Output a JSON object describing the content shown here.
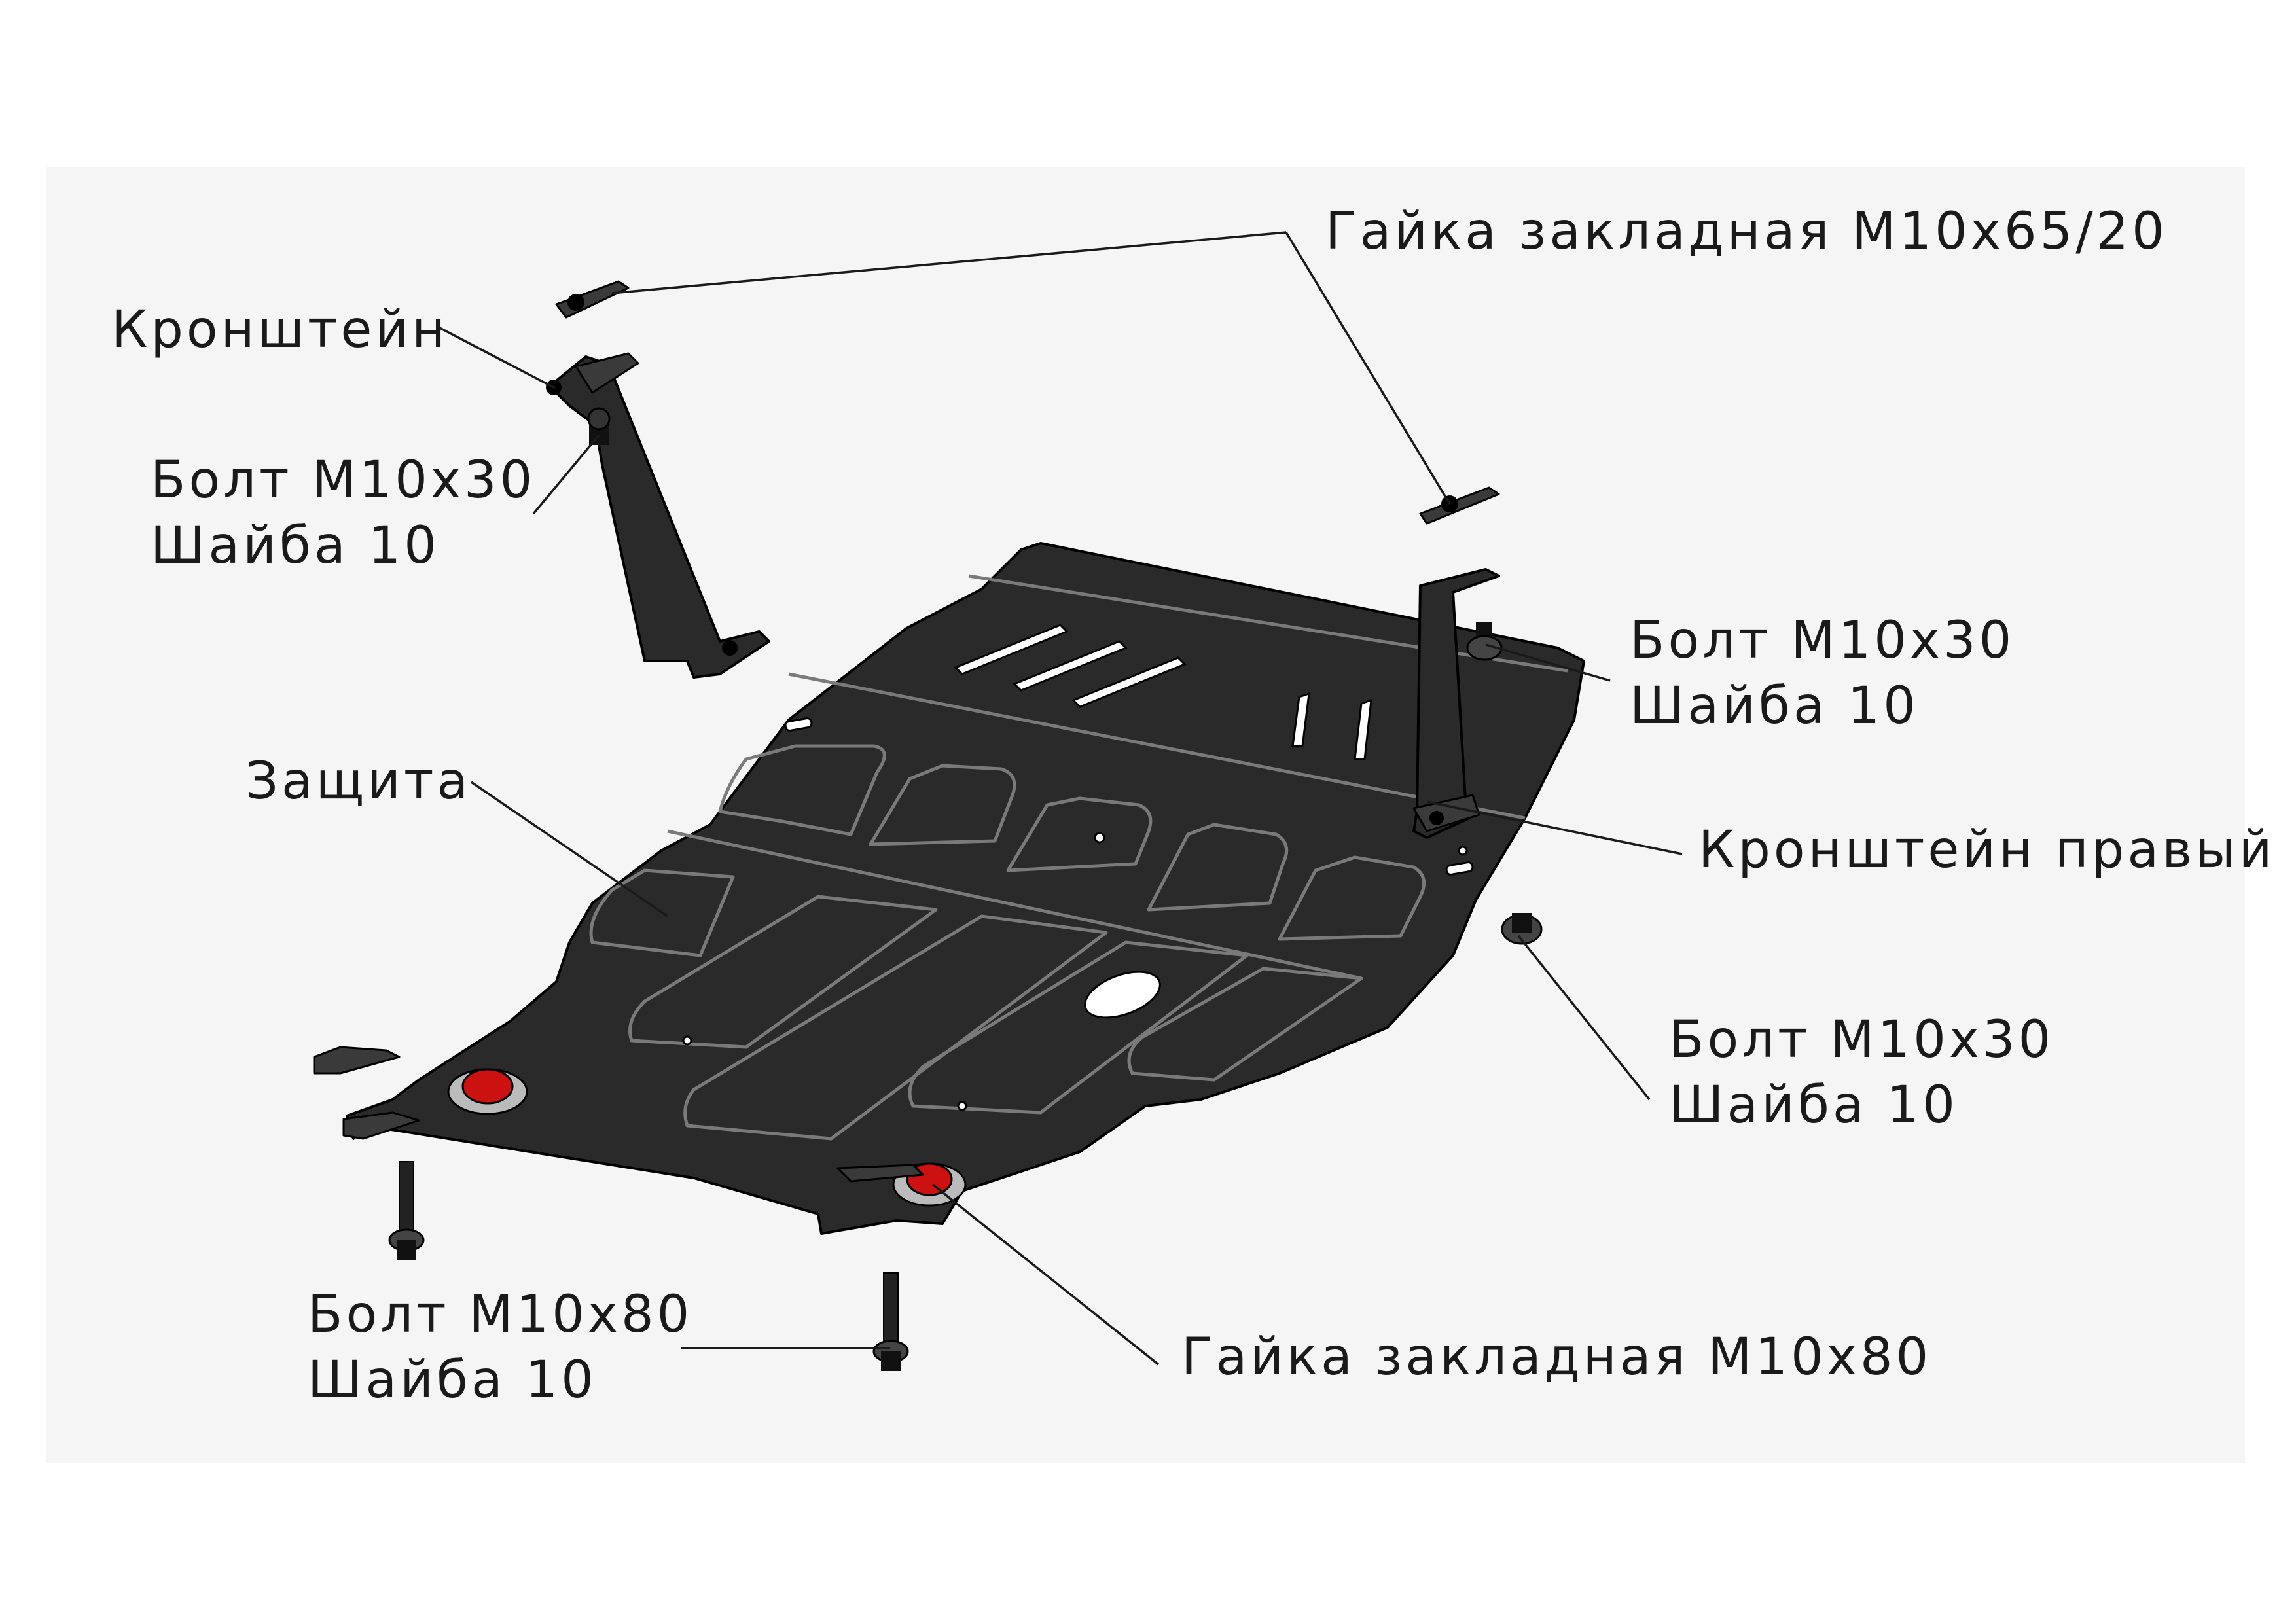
{
  "labels": {
    "bracket": "Кронштейн",
    "embedded_nut_top": "Гайка закладная М10х65/20",
    "bolt_left_line1": "Болт М10х30",
    "bolt_left_line2": "Шайба 10",
    "bolt_right_top_line1": "Болт М10х30",
    "bolt_right_top_line2": "Шайба 10",
    "guard": "Защита",
    "bracket_right": "Кронштейн правый",
    "bolt_right_lower_line1": "Болт М10х30",
    "bolt_right_lower_line2": "Шайба 10",
    "bolt_bottom_line1": "Болт М10х80",
    "bolt_bottom_line2": "Шайба 10",
    "embedded_nut_bottom": "Гайка закладная М10х80"
  },
  "colors": {
    "metal": "#2a2a2a",
    "plug": "#cc1111",
    "background": "#f5f5f5"
  }
}
